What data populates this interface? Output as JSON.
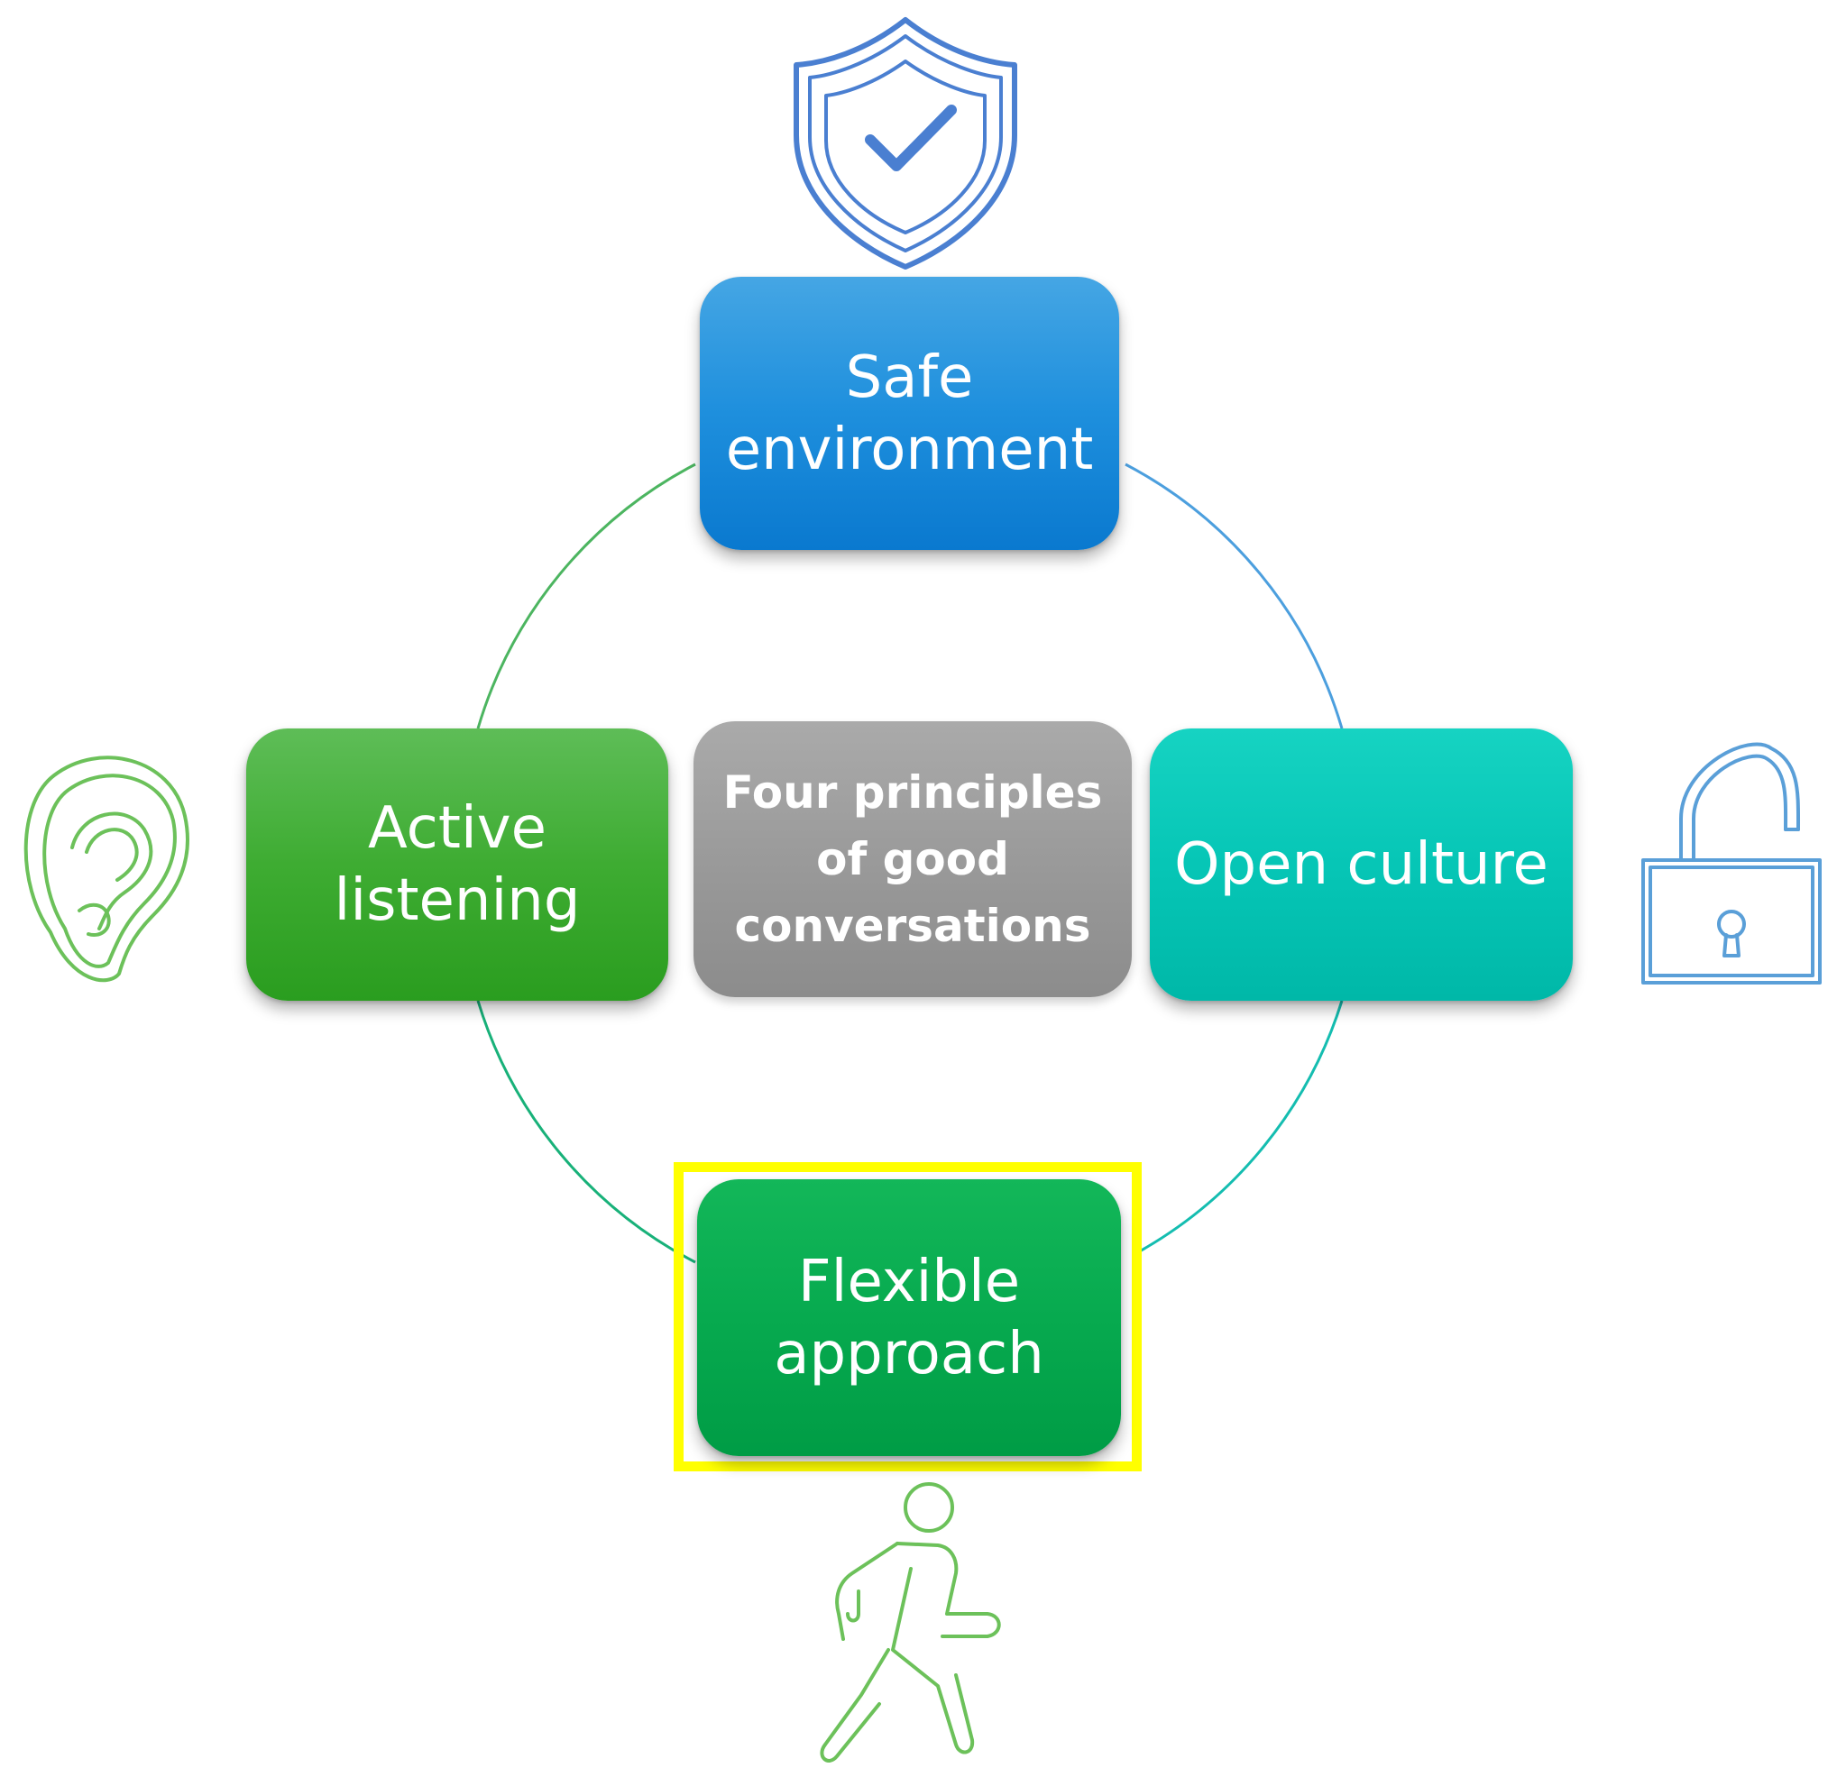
{
  "diagram": {
    "center": {
      "label": "Four principles\nof good\nconversations"
    },
    "principles": {
      "safe": {
        "label": "Safe\nenvironment",
        "icon": "shield-check-icon"
      },
      "active": {
        "label": "Active\nlistening",
        "icon": "ear-icon"
      },
      "open": {
        "label": "Open culture",
        "icon": "unlocked-padlock-icon"
      },
      "flexible": {
        "label": "Flexible\napproach",
        "icon": "walking-person-icon"
      }
    },
    "highlighted": "flexible"
  },
  "colors": {
    "safe": "#1e8fdd",
    "active": "#3eac32",
    "center": "#979797",
    "open": "#06c6b6",
    "flexible": "#07aa4f",
    "highlight": "#ffff00"
  }
}
